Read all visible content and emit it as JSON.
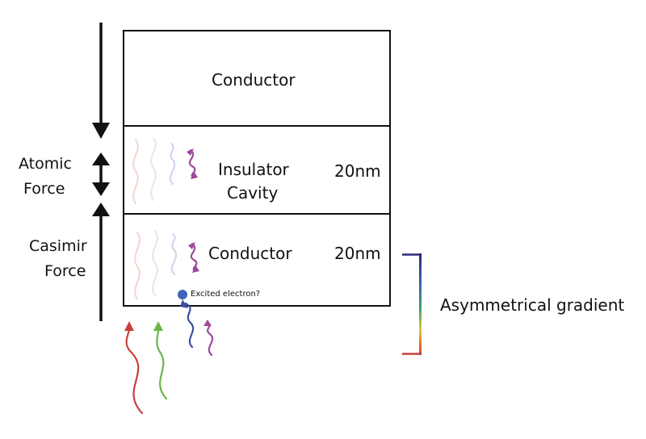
{
  "layers": {
    "top": "Conductor",
    "middle_line1": "Insulator",
    "middle_line2": "Cavity",
    "middle_thickness": "20nm",
    "bottom": "Conductor",
    "bottom_thickness": "20nm"
  },
  "forces": {
    "atomic_line1": "Atomic",
    "atomic_line2": "Force",
    "casimir_line1": "Casimir",
    "casimir_line2": "Force"
  },
  "annotations": {
    "excited_electron": "Excited electron?",
    "gradient_label": "Asymmetrical gradient"
  },
  "colors": {
    "wave_red": "#c8413a",
    "wave_green": "#6bb54a",
    "wave_blue": "#3a4fa0",
    "wave_purple": "#9b4a9a",
    "wave_faint_peach": "#f2d6cc",
    "wave_faint_lavender": "#cdd3ea",
    "electron": "#3f63b8",
    "gradient_stops": [
      "#2e2a7a",
      "#3a62b0",
      "#3fa36a",
      "#e8c93a",
      "#e2782e",
      "#c8413a"
    ]
  }
}
